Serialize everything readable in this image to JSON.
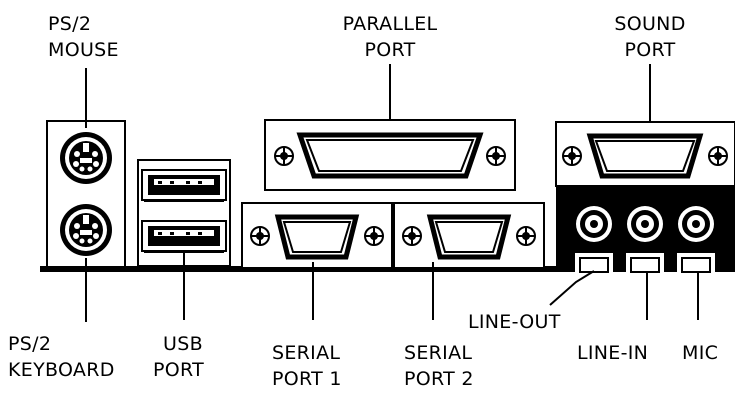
{
  "labels": {
    "ps2_mouse": [
      "PS/2",
      "MOUSE"
    ],
    "parallel_port": [
      "PARALLEL",
      "PORT"
    ],
    "sound_port": [
      "SOUND",
      "PORT"
    ],
    "ps2_keyboard": [
      "PS/2",
      "KEYBOARD"
    ],
    "usb_port": [
      "USB",
      "PORT"
    ],
    "serial_port_1": [
      "SERIAL",
      "PORT 1"
    ],
    "serial_port_2": [
      "SERIAL",
      "PORT 2"
    ],
    "line_out": "LINE-OUT",
    "line_in": "LINE-IN",
    "mic": "MIC"
  }
}
